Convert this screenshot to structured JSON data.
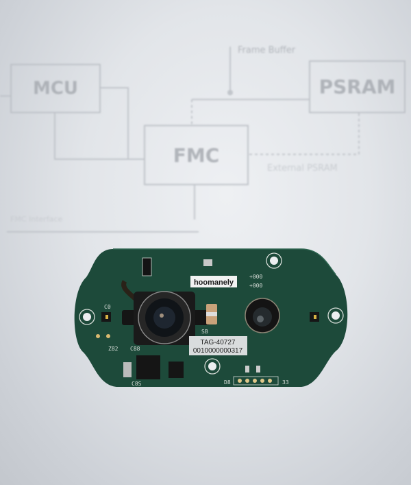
{
  "diagram": {
    "blocks": {
      "mcu": "MCU",
      "fmc": "FMC",
      "psram": "PSRAM"
    },
    "labels": {
      "frame_buffer": "Frame Buffer",
      "external_psram": "External PSRAM",
      "fmc_interface": "FMC Interface"
    }
  },
  "board": {
    "brand_label": "hoomanely",
    "tag_id": "TAG-40727",
    "serial": "0010000000317",
    "silkscreen": [
      "C0",
      "Z82",
      "C88",
      "C8S",
      "+000",
      "+000",
      "D8",
      "33",
      "SB"
    ],
    "colors": {
      "pcb": "#1d4a3a",
      "background": "#e2e5e9"
    }
  }
}
